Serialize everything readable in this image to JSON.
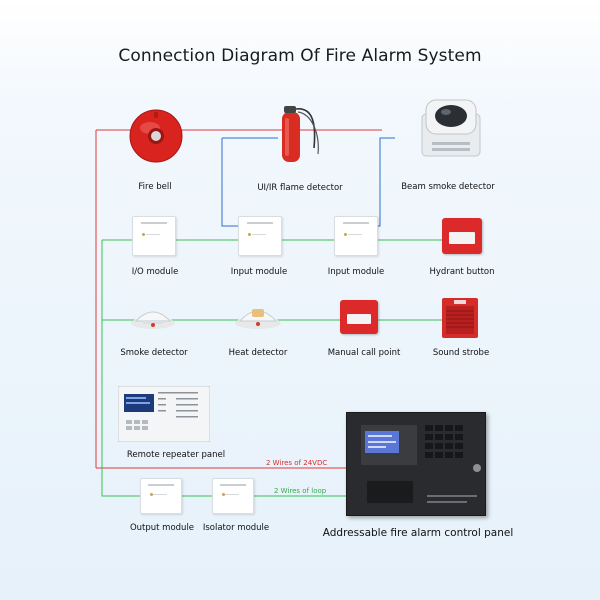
{
  "title": "Connection Diagram Of Fire Alarm System",
  "devices": {
    "fire_bell": "Fire bell",
    "flame_detector": "UI/IR flame detector",
    "beam_smoke_detector": "Beam smoke detector",
    "io_module": "I/O module",
    "input_module_1": "Input module",
    "input_module_2": "Input module",
    "hydrant_button": "Hydrant button",
    "smoke_detector": "Smoke detector",
    "heat_detector": "Heat detector",
    "manual_call_point": "Manual call point",
    "sound_strobe": "Sound strobe",
    "remote_repeater_panel": "Remote repeater panel",
    "output_module": "Output module",
    "isolator_module": "Isolator module",
    "control_panel": "Addressable fire alarm control panel"
  },
  "wires": {
    "power": "2 Wires of 24VDC",
    "loop": "2 Wires of loop"
  },
  "colors": {
    "power_wire": "#e03a3a",
    "loop_wire": "#3cbf55",
    "detector_wire": "#2f6fd0"
  }
}
